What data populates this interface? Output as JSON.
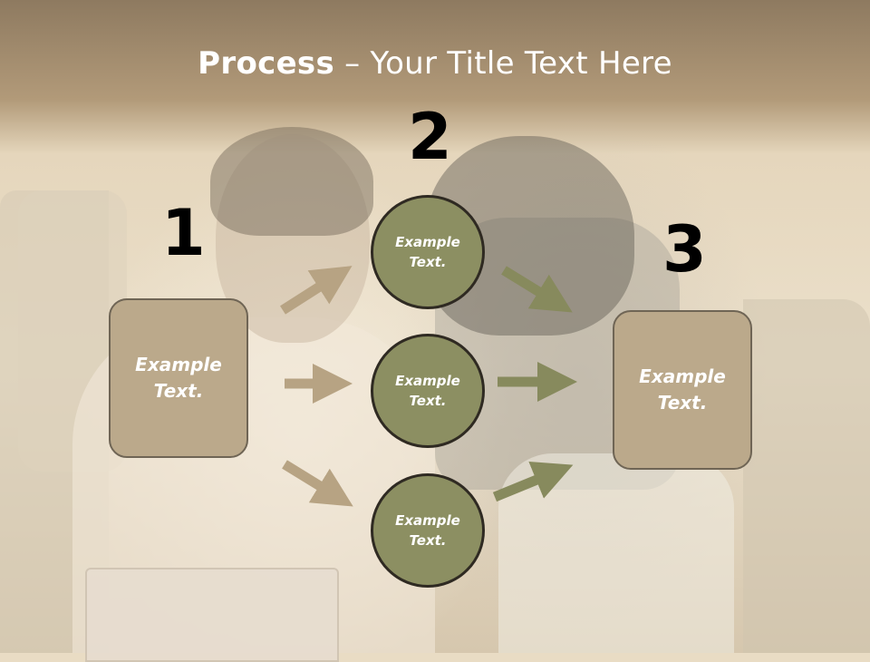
{
  "slide": {
    "title_bold": "Process",
    "title_rest": " – Your Title Text Here"
  },
  "steps": {
    "num1": "1",
    "num2": "2",
    "num3": "3"
  },
  "left_box": {
    "text": "Example Text."
  },
  "right_box": {
    "text": "Example Text."
  },
  "circles": [
    {
      "text": "Example Text."
    },
    {
      "text": "Example Text."
    },
    {
      "text": "Example Text."
    }
  ],
  "colors": {
    "box_fill": "#bba98b",
    "circle_fill": "#8c8f62",
    "arrow_tan": "#b7a383",
    "arrow_olive": "#878a5d"
  }
}
